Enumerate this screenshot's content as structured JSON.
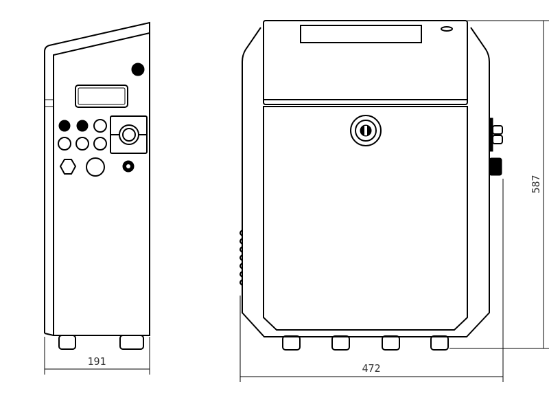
{
  "drawing": {
    "views": [
      "side-view",
      "front-view"
    ],
    "dimensions": {
      "depth": "191",
      "width": "472",
      "height": "587"
    },
    "line_color": "#000000",
    "background": "#ffffff"
  }
}
